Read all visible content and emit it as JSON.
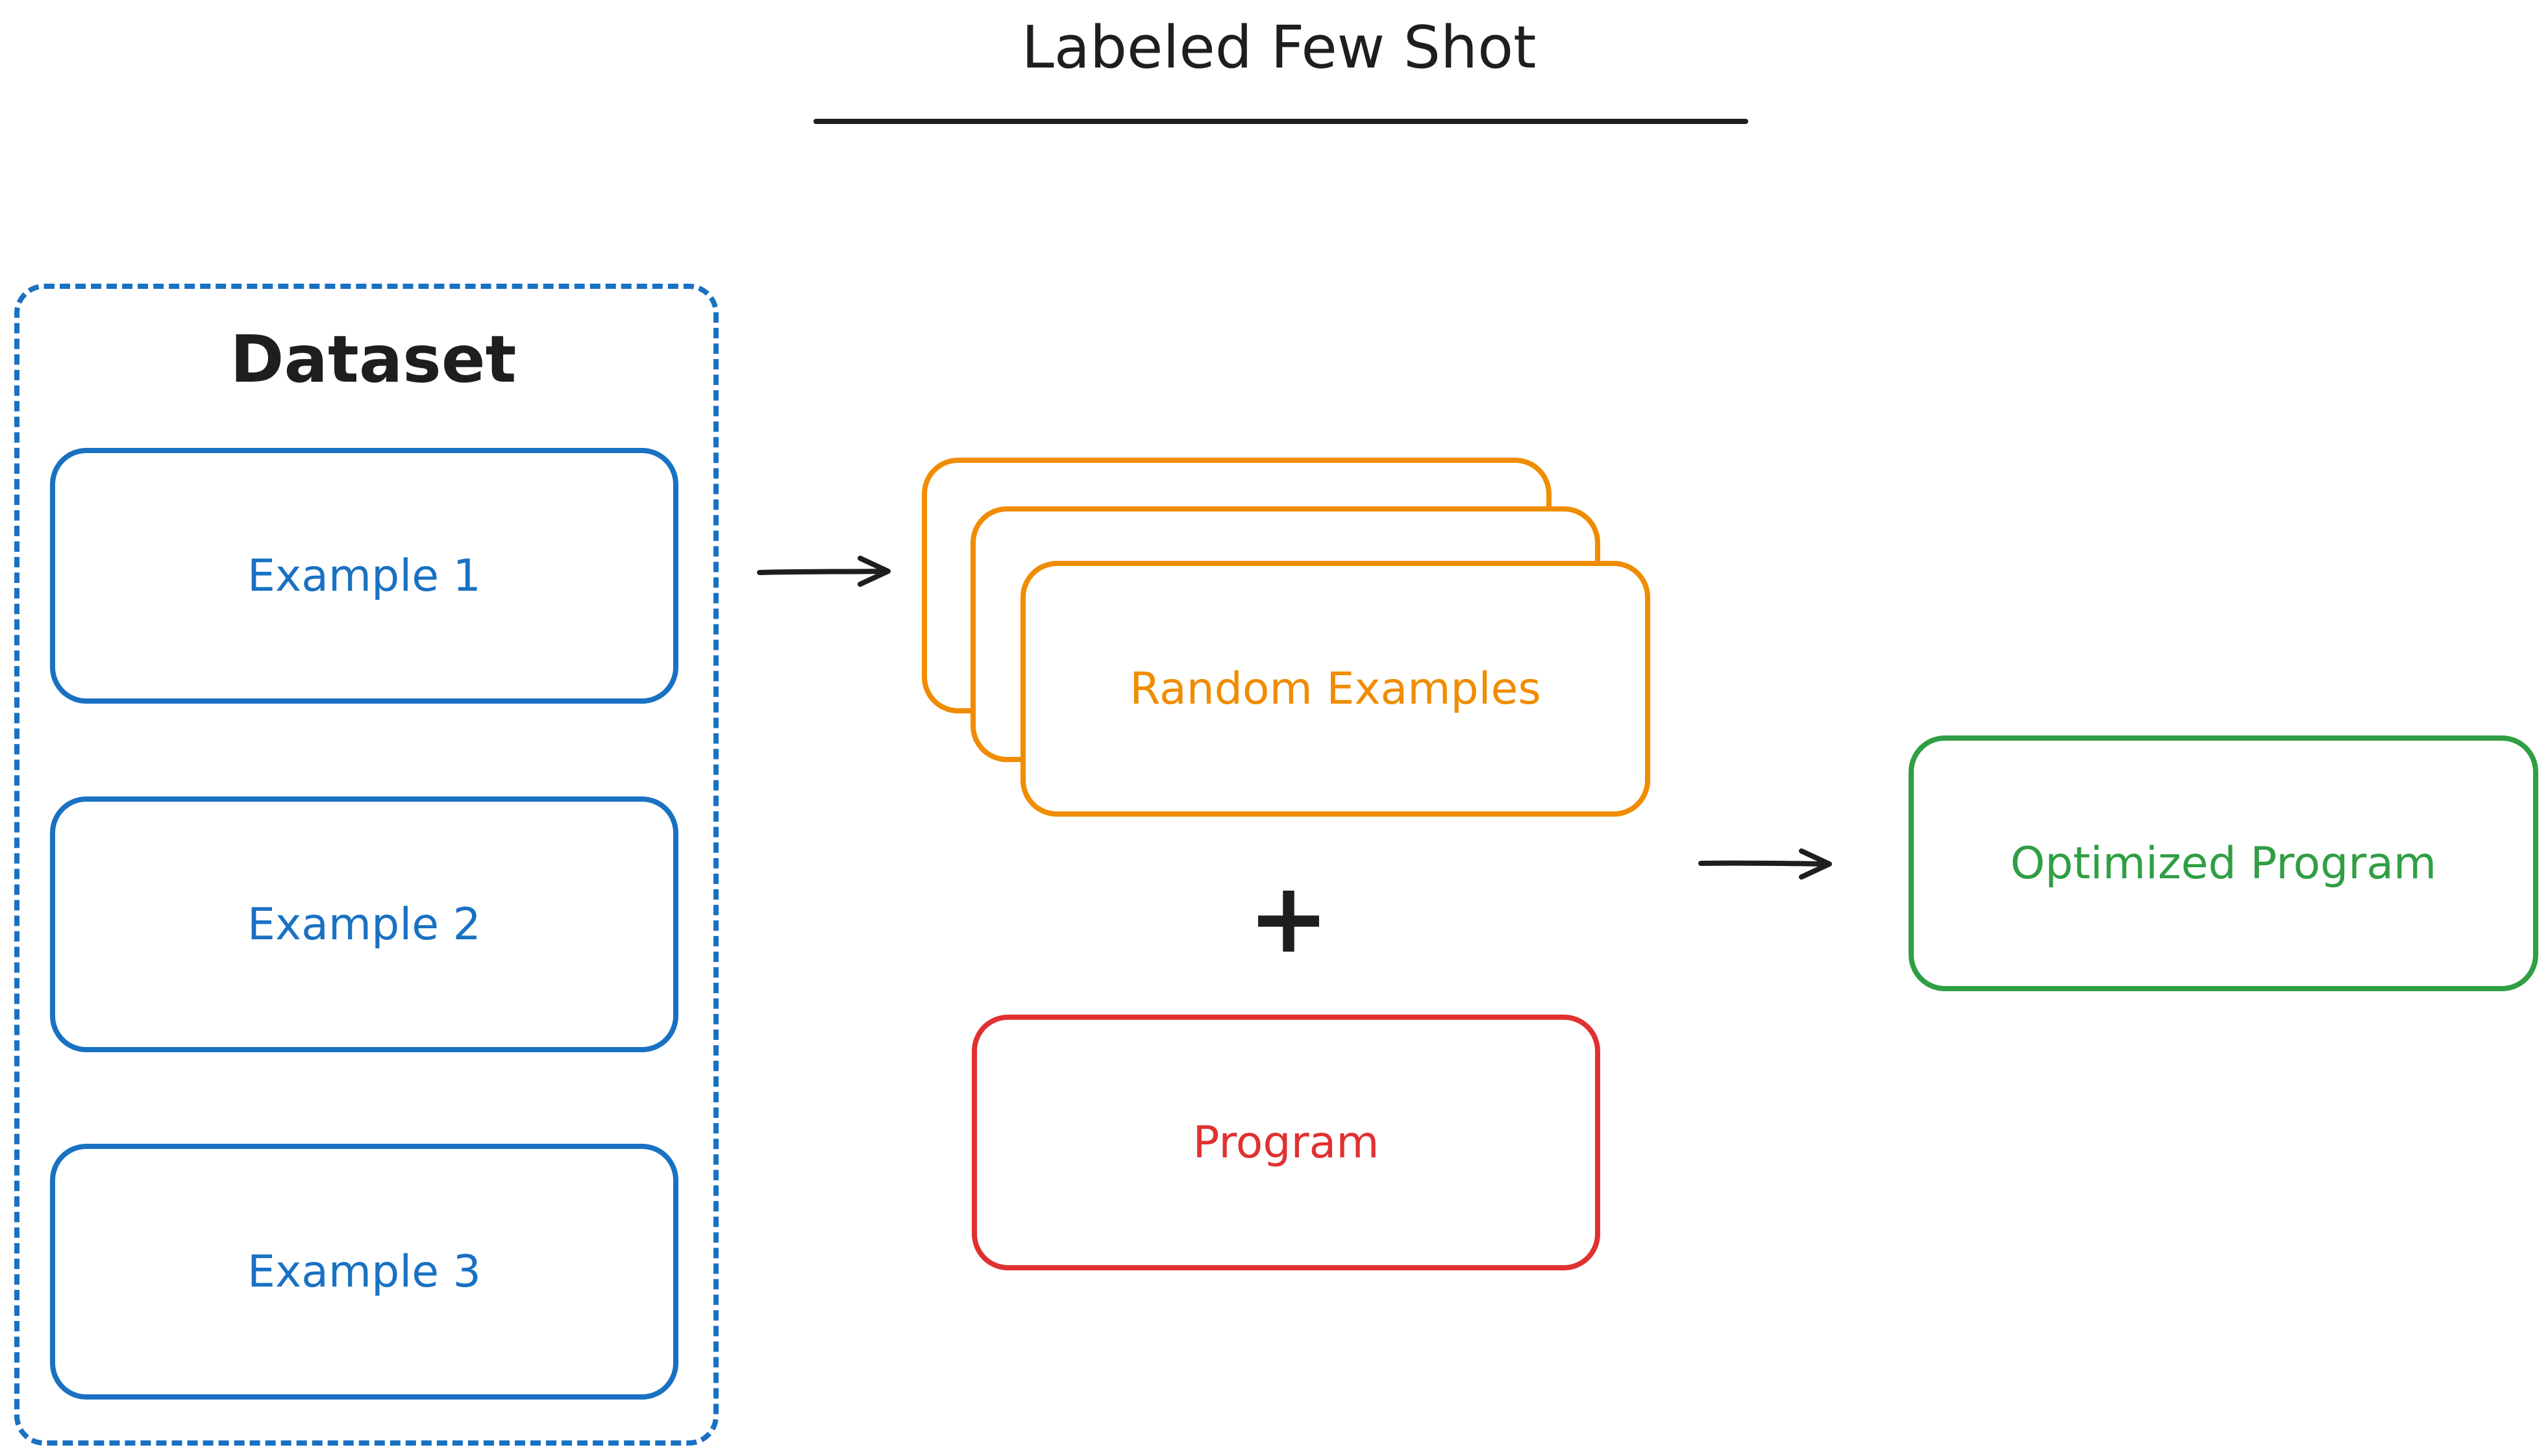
{
  "title": "Labeled Few Shot",
  "dataset": {
    "title": "Dataset",
    "examples": [
      "Example 1",
      "Example 2",
      "Example 3"
    ]
  },
  "random_examples": {
    "label": "Random Examples"
  },
  "plus": "+",
  "program": {
    "label": "Program"
  },
  "optimized_program": {
    "label": "Optimized Program"
  },
  "colors": {
    "dataset": "#1971c2",
    "random_examples": "#f08c00",
    "program": "#e03131",
    "optimized_program": "#2f9e44",
    "ink": "#1e1e1e"
  }
}
